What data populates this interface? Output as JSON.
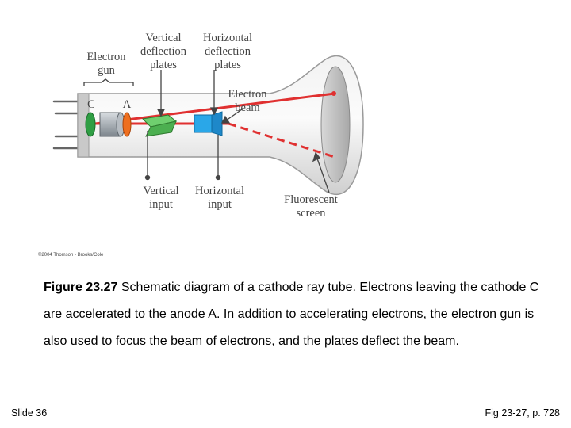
{
  "labels": {
    "vertical_plates": [
      "Vertical",
      "deflection",
      "plates"
    ],
    "horizontal_plates": [
      "Horizontal",
      "deflection",
      "plates"
    ],
    "electron_gun": [
      "Electron",
      "gun"
    ],
    "cathode": "C",
    "anode": "A",
    "electron_beam": [
      "Electron",
      "beam"
    ],
    "vertical_input": [
      "Vertical",
      "input"
    ],
    "horizontal_input": [
      "Horizontal",
      "input"
    ],
    "fluorescent_screen": [
      "Fluorescent",
      "screen"
    ]
  },
  "copyright": "©2004 Thomson - Brooks/Cole",
  "caption": {
    "figure_label": "Figure 23.27",
    "text": " Schematic diagram of a cathode ray tube. Electrons leaving the cathode C are accelerated to the anode A. In addition to accelerating electrons, the electron gun is also used to focus the beam of electrons, and the plates deflect the beam."
  },
  "footer": {
    "slide": "Slide 36",
    "reference": "Fig 23-27, p. 728"
  }
}
